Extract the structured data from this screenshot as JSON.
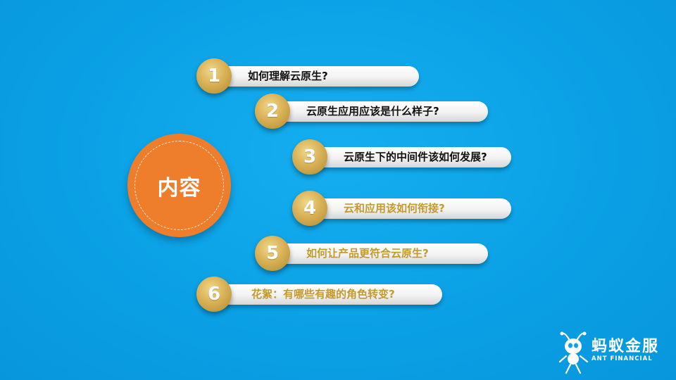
{
  "center": {
    "title": "内容"
  },
  "items": [
    {
      "number": "1",
      "text": "如何理解云原生?",
      "text_color": "#111111"
    },
    {
      "number": "2",
      "text": "云原生应用应该是什么样子?",
      "text_color": "#111111"
    },
    {
      "number": "3",
      "text": "云原生下的中间件该如何发展?",
      "text_color": "#111111"
    },
    {
      "number": "4",
      "text": "云和应用该如何衔接?",
      "text_color": "#c49a2c"
    },
    {
      "number": "5",
      "text": "如何让产品更符合云原生?",
      "text_color": "#c49a2c"
    },
    {
      "number": "6",
      "text": "花絮：有哪些有趣的角色转变?",
      "text_color": "#c49a2c"
    }
  ],
  "logo": {
    "name": "蚂蚁金服",
    "subtitle": "ANT FINANCIAL",
    "icon": "ant-mascot-icon"
  },
  "colors": {
    "background": "#0aa3e8",
    "center_circle": "#ef7e2c",
    "number_badge": "#d4ab4e"
  }
}
